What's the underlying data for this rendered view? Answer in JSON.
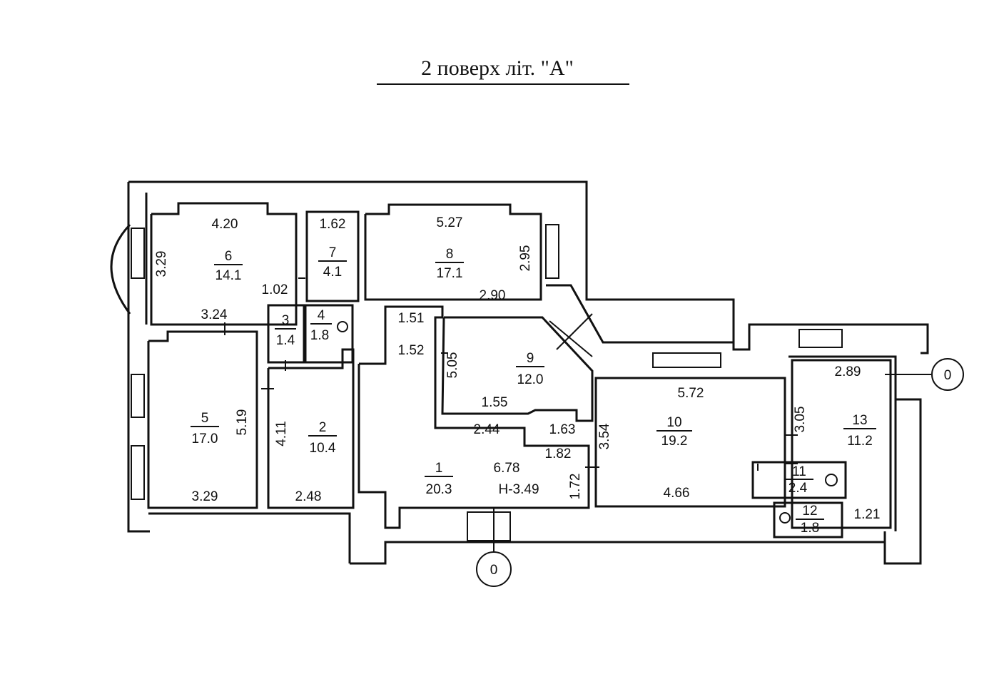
{
  "title": "2 поверх літ. \"А\"",
  "axis_markers": [
    "0",
    "0"
  ],
  "rooms": [
    {
      "number": "6",
      "area": "14.1",
      "dims": [
        "4.20",
        "3.29",
        "3.24",
        "1.02"
      ]
    },
    {
      "number": "7",
      "area": "4.1",
      "dims": [
        "1.62"
      ]
    },
    {
      "number": "8",
      "area": "17.1",
      "dims": [
        "5.27",
        "2.95"
      ]
    },
    {
      "number": "3",
      "area": "1.4",
      "dims": []
    },
    {
      "number": "4",
      "area": "1.8",
      "dims": []
    },
    {
      "number": "9",
      "area": "12.0",
      "dims": [
        "2.90",
        "5.05",
        "1.55",
        "1.51",
        "1.52"
      ]
    },
    {
      "number": "5",
      "area": "17.0",
      "dims": [
        "5.19",
        "3.29"
      ]
    },
    {
      "number": "2",
      "area": "10.4",
      "dims": [
        "4.11",
        "2.48"
      ]
    },
    {
      "number": "1",
      "area": "20.3",
      "dims": [
        "6.78",
        "2.44",
        "1.63",
        "1.82",
        "1.72"
      ],
      "height": "H-3.49"
    },
    {
      "number": "10",
      "area": "19.2",
      "dims": [
        "5.72",
        "3.54",
        "4.66"
      ]
    },
    {
      "number": "13",
      "area": "11.2",
      "dims": [
        "2.89",
        "3.05",
        "1.21"
      ]
    },
    {
      "number": "11",
      "area": "2.4",
      "dims": []
    },
    {
      "number": "12",
      "area": "1.8",
      "dims": []
    }
  ]
}
